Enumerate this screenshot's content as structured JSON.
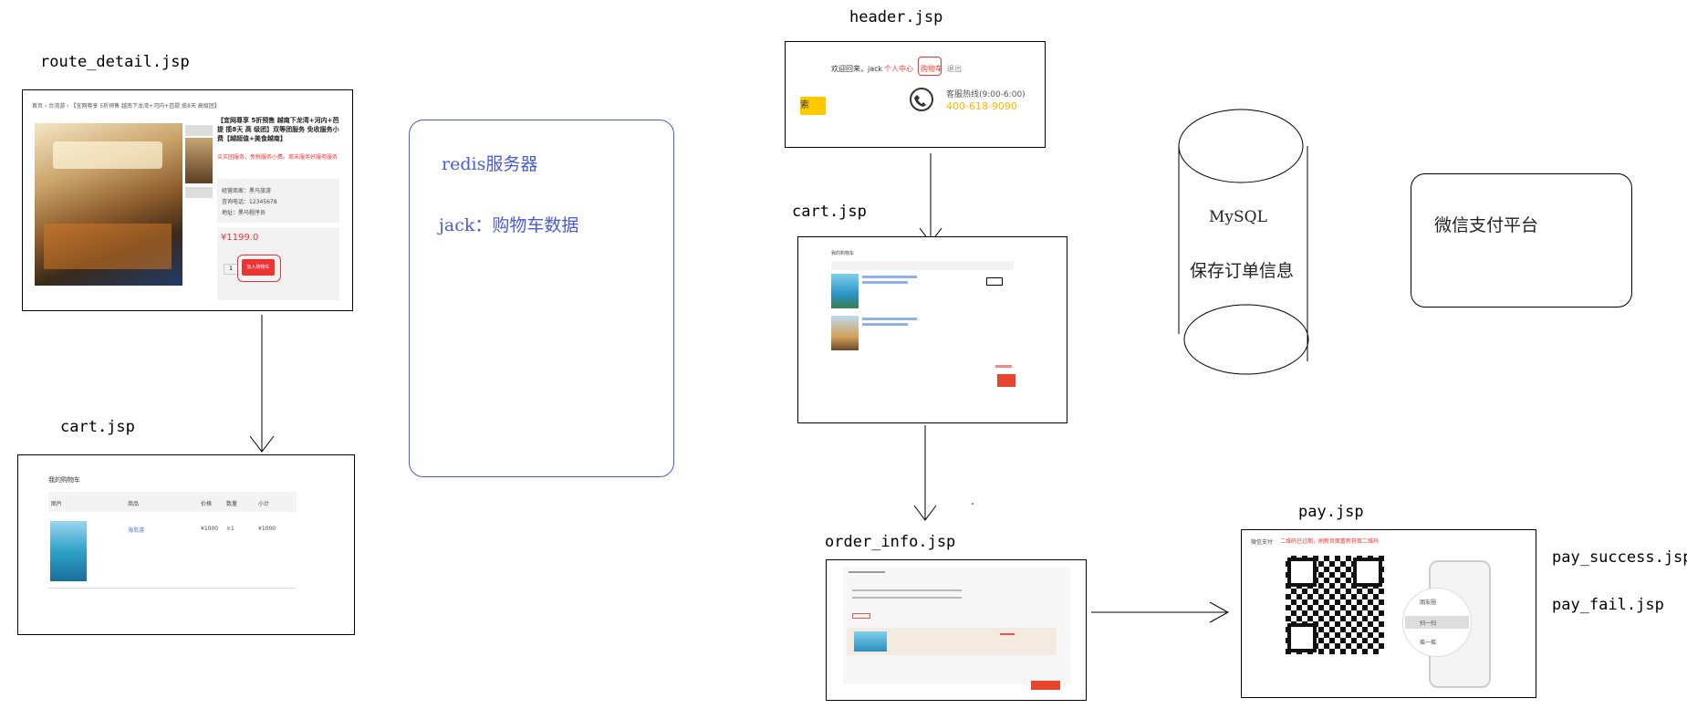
{
  "labels": {
    "route_detail": "route_detail.jsp",
    "cart_left": "cart.jsp",
    "header": "header.jsp",
    "cart_mid": "cart.jsp",
    "order_info": "order_info.jsp",
    "pay": "pay.jsp",
    "pay_success": "pay_success.jsp",
    "pay_fail": "pay_fail.jsp"
  },
  "redis": {
    "title": "redis服务器",
    "data": "jack：购物车数据"
  },
  "mysql": {
    "title": "MySQL",
    "desc": "保存订单信息"
  },
  "wechat": {
    "title": "微信支付平台"
  },
  "header_shot": {
    "welcome": "欢迎回来，jack",
    "personal": "个人中心",
    "cart": "购物车",
    "logout": "退出",
    "search": "索",
    "hotline": "客服热线(9:00-6:00)",
    "phone": "400-618-9090"
  },
  "route_shot": {
    "title": "【宜网尊享 5折预售 越南下龙湾+河内+芭提 揽8天 高 级团】双等团服务 免收服务小费【越超值+美食越南】",
    "promo": "买买团服务，免税服务小费。周末服务好服务服务 ",
    "price": "¥1199.0",
    "qty": "1",
    "add_btn": "加入购物车"
  },
  "cart_left_shot": {
    "heading": "我的购物车",
    "cols": [
      "图片",
      "商品",
      "价格",
      "数量",
      "小计"
    ],
    "row": {
      "name": "海岛游",
      "price": "¥1000",
      "qty": "×1",
      "sub": "¥1000"
    }
  },
  "pay_shot": {
    "title": "微信支付",
    "note": "二维码已过期，刷新页面重新获取二维码",
    "menu": [
      "朋友圈",
      "扫一扫",
      "摇一摇"
    ]
  }
}
